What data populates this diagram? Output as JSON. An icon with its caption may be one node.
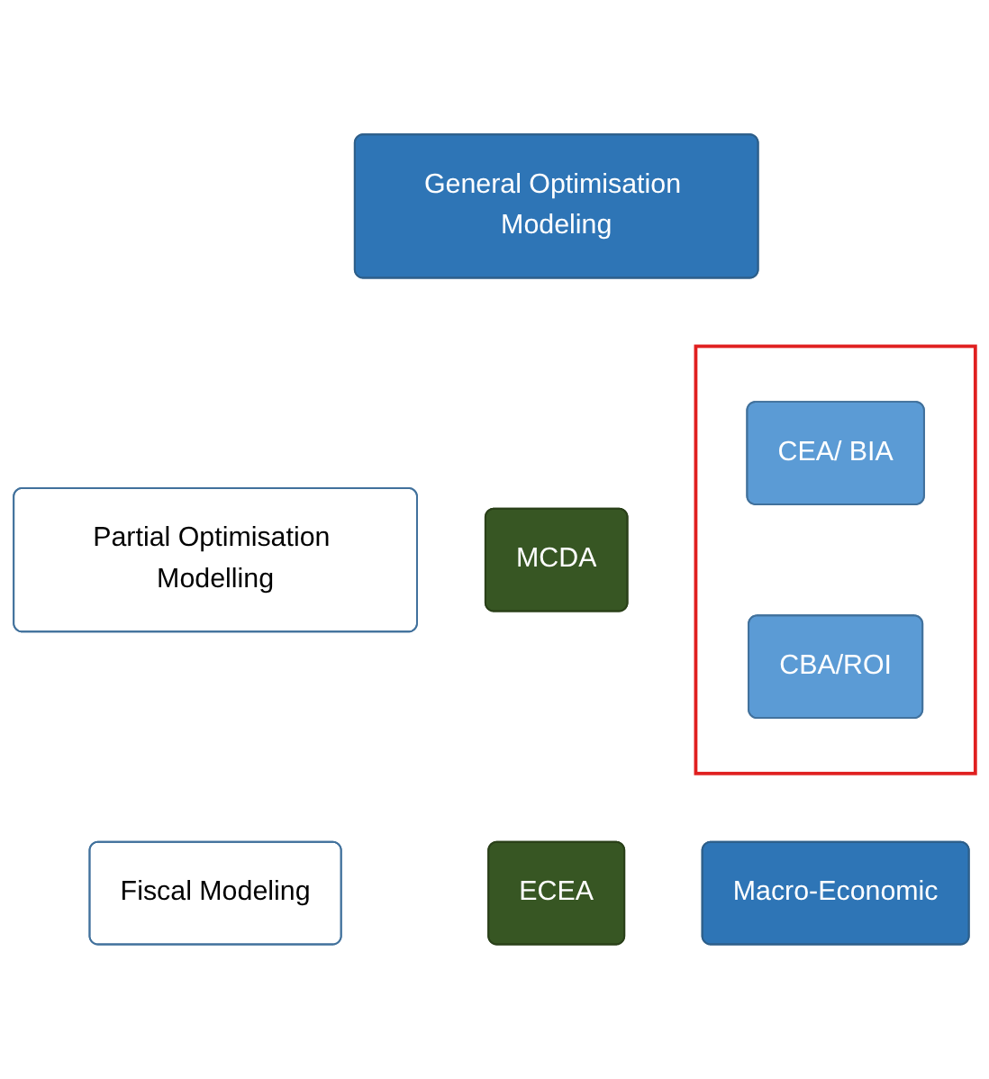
{
  "diagram": {
    "nodes": [
      {
        "text": [
          "General Optimisation Modeling"
        ]
      },
      {
        "text": [
          "Partial Optimisation Modelling"
        ]
      },
      {
        "text": [],
        "shape": "box"
      },
      {
        "text": [
          "CEA/ BIA"
        ],
        "in": 2
      },
      {
        "text": [
          "MCDA"
        ]
      },
      {
        "text": [
          "Fiscal Modeling"
        ]
      },
      {
        "text": [
          "CBA/ROI"
        ],
        "in": 2
      },
      {
        "text": [
          "ECEA"
        ]
      },
      {
        "text": [
          "Macro-Economic"
        ]
      }
    ],
    "edges": []
  }
}
